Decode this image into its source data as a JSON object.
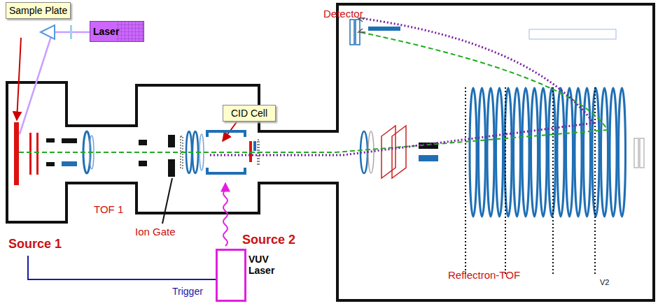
{
  "diagram": {
    "nodes": [
      {
        "text": [
          "Sample Plate"
        ]
      },
      {
        "text": [
          "Laser"
        ]
      },
      {
        "text": [
          "CID Cell"
        ]
      },
      {
        "text": [
          "VUV Laser"
        ]
      }
    ],
    "labels": [
      "Detector",
      "TOF 1",
      "Ion Gate",
      "Source 1",
      "Source 2",
      "Trigger",
      "Reflectron-TOF",
      "V2"
    ]
  }
}
